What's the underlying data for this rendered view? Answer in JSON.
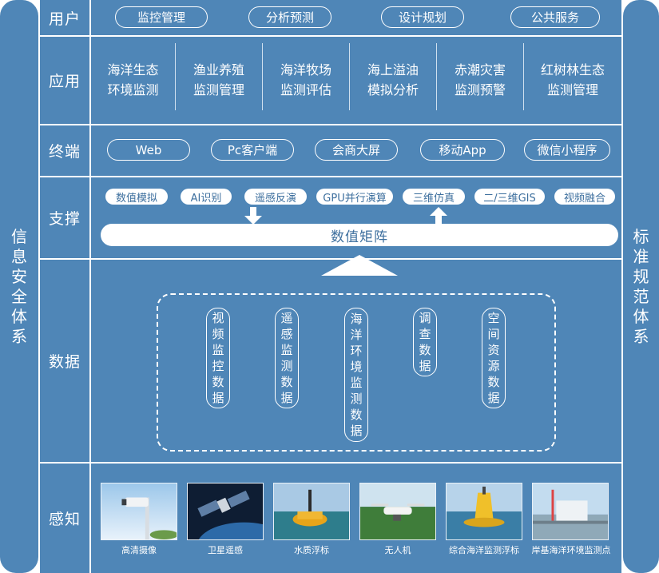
{
  "left_side": {
    "label": "信息安全体系"
  },
  "right_side": {
    "label": "标准规范体系"
  },
  "rows": {
    "user": {
      "label": "用户",
      "items": [
        "监控管理",
        "分析预测",
        "设计规划",
        "公共服务"
      ]
    },
    "application": {
      "label": "应用",
      "items": [
        {
          "line1": "海洋生态",
          "line2": "环境监测"
        },
        {
          "line1": "渔业养殖",
          "line2": "监测管理"
        },
        {
          "line1": "海洋牧场",
          "line2": "监测评估"
        },
        {
          "line1": "海上溢油",
          "line2": "模拟分析"
        },
        {
          "line1": "赤潮灾害",
          "line2": "监测预警"
        },
        {
          "line1": "红树林生态",
          "line2": "监测管理"
        }
      ]
    },
    "terminal": {
      "label": "终端",
      "items": [
        "Web",
        "Pc客户端",
        "会商大屏",
        "移动App",
        "微信小程序"
      ]
    },
    "support": {
      "label": "支撑",
      "chips": [
        "数值模拟",
        "AI识别",
        "遥感反演",
        "GPU并行演算",
        "三维仿真",
        "二/三维GIS",
        "视频融合"
      ],
      "matrix": "数值矩阵"
    },
    "data": {
      "label": "数据",
      "items": [
        "视频监控数据",
        "遥感监测数据",
        "海洋环境监测数据",
        "调查数据",
        "空间资源数据"
      ]
    },
    "perception": {
      "label": "感知",
      "items": [
        "高清摄像",
        "卫星遥感",
        "水质浮标",
        "无人机",
        "综合海洋监测浮标",
        "岸基海洋环境监测点"
      ]
    }
  },
  "colors": {
    "panel": "#4f86b7",
    "accent_text": "#3d6f9e"
  }
}
